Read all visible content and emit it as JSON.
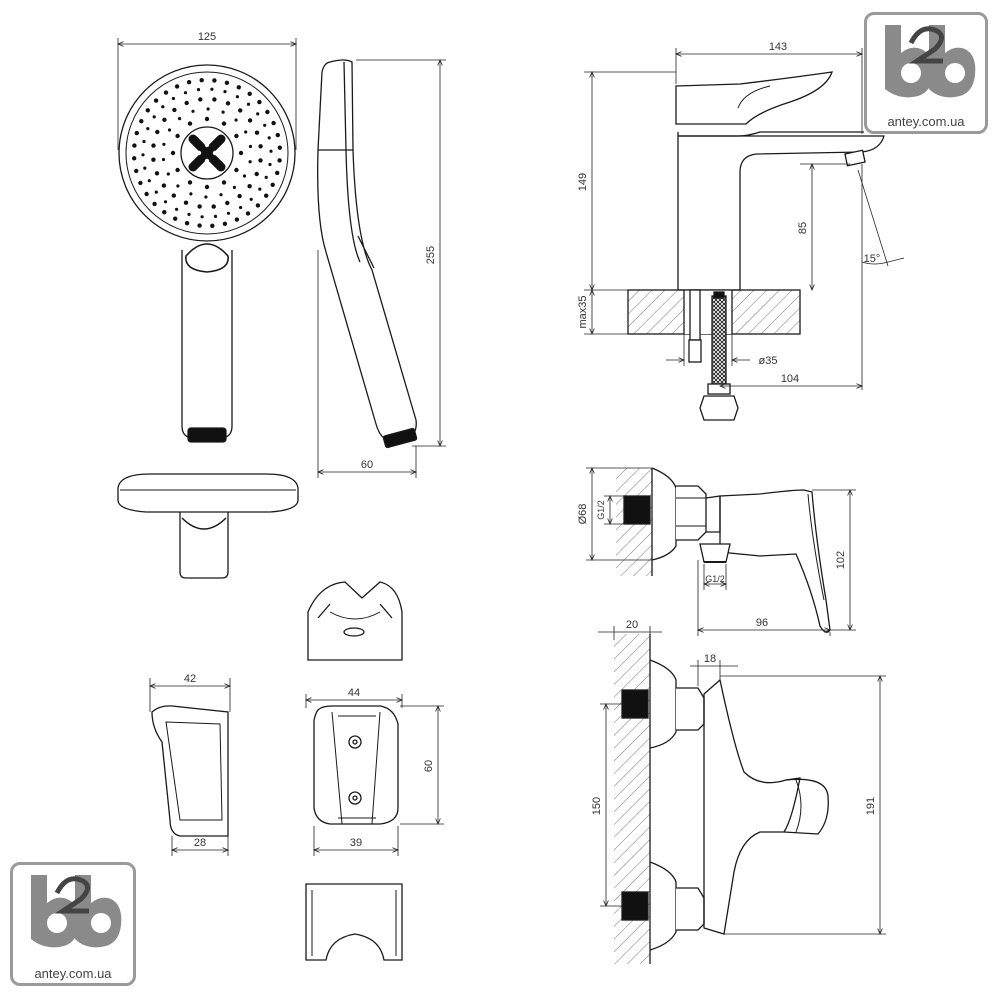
{
  "dimensions": {
    "head_width": "125",
    "head_length": "255",
    "head_depth": "60",
    "holder_width": "42",
    "holder_bottom": "28",
    "bracket_width": "44",
    "bracket_bottom": "39",
    "bracket_height": "60",
    "tap_reach": "143",
    "tap_height": "149",
    "spout_height": "85",
    "spout_angle": "15°",
    "deck_thickness": "max35",
    "hole_diameter": "ø35",
    "outlet_distance": "104",
    "cover_diameter": "Ø68",
    "thread_inlet": "G1/2",
    "thread_outlet": "G1/2",
    "mixer_height": "102",
    "mixer_depth": "96",
    "wall_offset": "20",
    "body_gap": "18",
    "inlet_spacing": "150",
    "shower_height": "191"
  },
  "logos": {
    "top_right": "antey.com.ua",
    "bottom_left": "antey.com.ua"
  },
  "colors": {
    "line": "#1a1a1a",
    "logo_frame": "#9a9a9a",
    "hatch": "#777777"
  }
}
